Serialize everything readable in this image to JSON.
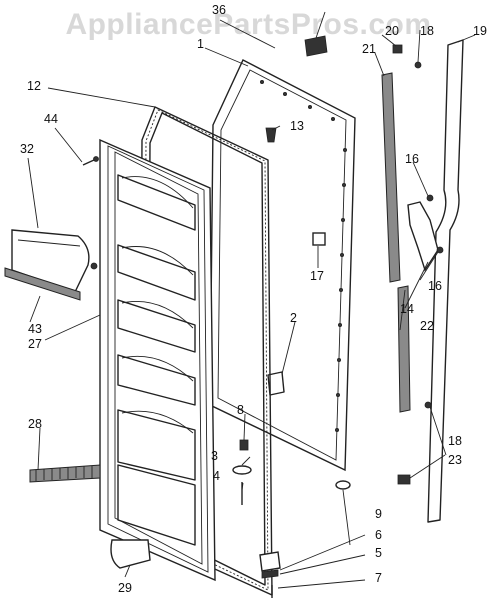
{
  "watermark": "AppliancePartsPros.com",
  "callouts": [
    {
      "id": "c1",
      "label": "1"
    },
    {
      "id": "c2",
      "label": "2"
    },
    {
      "id": "c3",
      "label": "3"
    },
    {
      "id": "c4",
      "label": "4"
    },
    {
      "id": "c5",
      "label": "5"
    },
    {
      "id": "c6",
      "label": "6"
    },
    {
      "id": "c7",
      "label": "7"
    },
    {
      "id": "c8",
      "label": "8"
    },
    {
      "id": "c9",
      "label": "9"
    },
    {
      "id": "c12",
      "label": "12"
    },
    {
      "id": "c13",
      "label": "13"
    },
    {
      "id": "c14",
      "label": "14"
    },
    {
      "id": "c16a",
      "label": "16"
    },
    {
      "id": "c16b",
      "label": "16"
    },
    {
      "id": "c17",
      "label": "17"
    },
    {
      "id": "c18a",
      "label": "18"
    },
    {
      "id": "c18b",
      "label": "18"
    },
    {
      "id": "c19",
      "label": "19"
    },
    {
      "id": "c20",
      "label": "20"
    },
    {
      "id": "c21",
      "label": "21"
    },
    {
      "id": "c22",
      "label": "22"
    },
    {
      "id": "c23",
      "label": "23"
    },
    {
      "id": "c27",
      "label": "27"
    },
    {
      "id": "c28",
      "label": "28"
    },
    {
      "id": "c29",
      "label": "29"
    },
    {
      "id": "c32",
      "label": "32"
    },
    {
      "id": "c36",
      "label": "36"
    },
    {
      "id": "c43",
      "label": "43"
    },
    {
      "id": "c44",
      "label": "44"
    }
  ]
}
